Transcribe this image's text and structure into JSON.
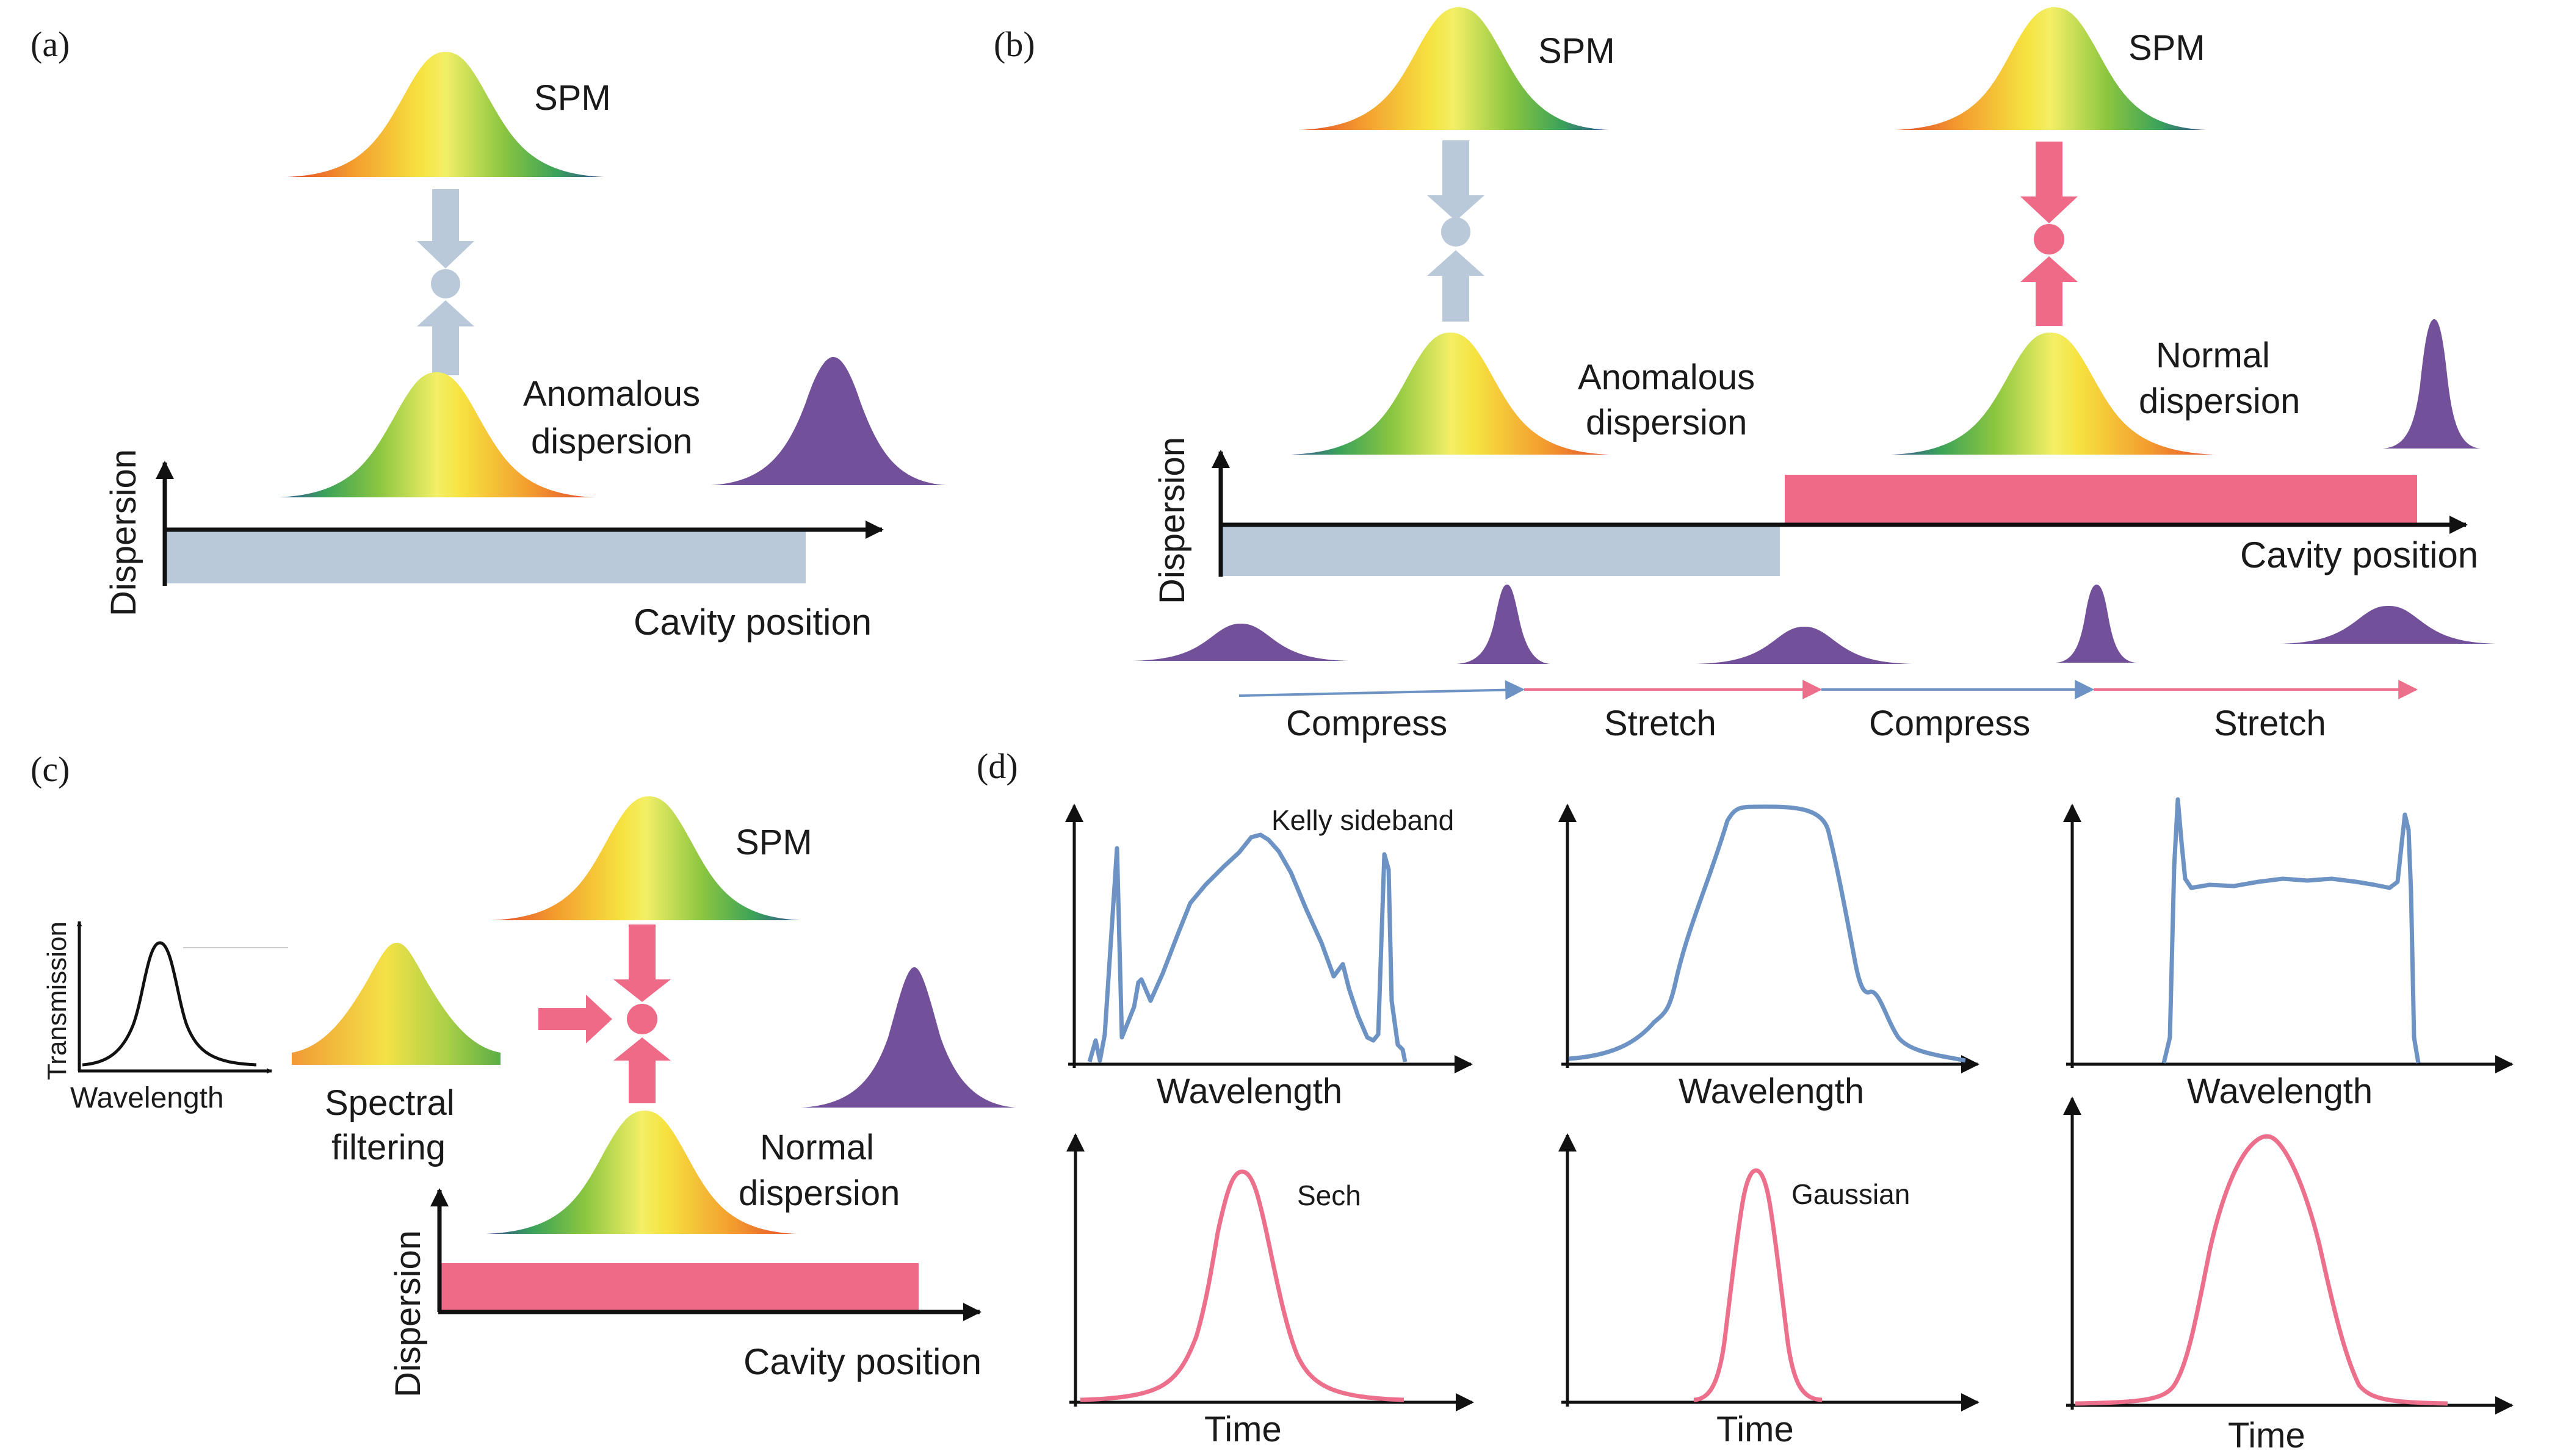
{
  "panels": {
    "a": {
      "label": "(a)",
      "spm": "SPM",
      "dispersion_line1": "Anomalous",
      "dispersion_line2": "dispersion",
      "y_axis": "Dispersion",
      "x_axis": "Cavity position"
    },
    "b": {
      "label": "(b)",
      "spm_left": "SPM",
      "spm_right": "SPM",
      "anomalous_line1": "Anomalous",
      "anomalous_line2": "dispersion",
      "normal_line1": "Normal",
      "normal_line2": "dispersion",
      "y_axis": "Dispersion",
      "x_axis": "Cavity position",
      "stages": [
        "Compress",
        "Stretch",
        "Compress",
        "Stretch"
      ]
    },
    "c": {
      "label": "(c)",
      "spm": "SPM",
      "transmission": "Transmission",
      "wavelength": "Wavelength",
      "filter_line1": "Spectral",
      "filter_line2": "filtering",
      "normal_line1": "Normal",
      "normal_line2": "dispersion",
      "y_axis": "Dispersion",
      "x_axis": "Cavity position"
    },
    "d": {
      "label": "(d)",
      "spectra_xlabel": "Wavelength",
      "time_xlabel": "Time",
      "annotations": {
        "kelly": "Kelly sideband",
        "sech": "Sech",
        "gaussian": "Gaussian"
      }
    }
  },
  "colors": {
    "anomalous": "#b9c9da",
    "normal": "#ee6a86",
    "pulse": "#73509a",
    "spectrum_line": "#6c93c3",
    "time_line": "#ec6f8c",
    "compress_arrow": "#6c93c3",
    "stretch_arrow": "#ec6f8c"
  }
}
